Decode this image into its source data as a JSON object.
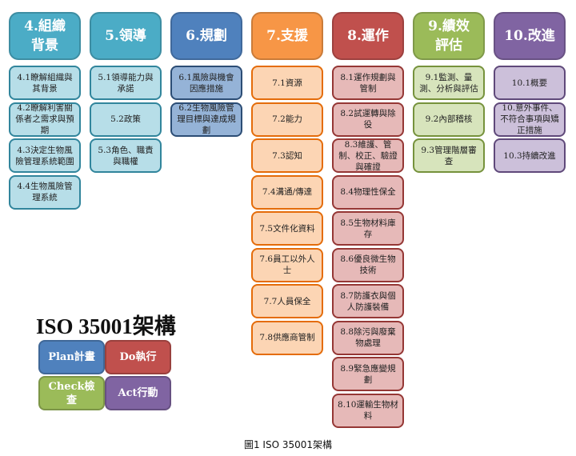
{
  "columns": [
    {
      "header": "4.組織背景",
      "color": "#4bacc6",
      "light": "#b7dee8",
      "border": "#31859c",
      "items": [
        "4.1瞭解組織與其背景",
        "4.2瞭解利害關係者之需求與預期",
        "4.3決定生物風險管理系統範圍",
        "4.4生物風險管理系統"
      ]
    },
    {
      "header": "5.領導",
      "color": "#4bacc6",
      "light": "#b7dee8",
      "border": "#31859c",
      "items": [
        "5.1領導能力與承諾",
        "5.2政策",
        "5.3角色、職責與職權"
      ]
    },
    {
      "header": "6.規劃",
      "color": "#4f81bd",
      "light": "#95b3d7",
      "border": "#2c4d75",
      "items": [
        "6.1風險與機會因應措施",
        "6.2生物風險管理目標與達成規劃"
      ]
    },
    {
      "header": "7.支援",
      "color": "#f79646",
      "light": "#fcd5b4",
      "border": "#e46c0a",
      "items": [
        "7.1資源",
        "7.2能力",
        "7.3認知",
        "7.4溝通/傳達",
        "7.5文件化資料",
        "7.6員工以外人士",
        "7.7人員保全",
        "7.8供應商管制"
      ]
    },
    {
      "header": "8.運作",
      "color": "#c0504d",
      "light": "#e6b9b8",
      "border": "#953735",
      "items": [
        "8.1運作規劃與管制",
        "8.2試運轉與除役",
        "8.3維護、管制、校正、驗證與確證",
        "8.4物理性保全",
        "8.5生物材料庫存",
        "8.6優良微生物技術",
        "8.7防護衣與個人防護裝備",
        "8.8除污與廢棄物處理",
        "8.9緊急應變規劃",
        "8.10運輸生物材料"
      ]
    },
    {
      "header": "9.績效評估",
      "color": "#9bbb59",
      "light": "#d7e4bc",
      "border": "#76923c",
      "items": [
        "9.1監測、量測、分析與評估",
        "9.2內部稽核",
        "9.3管理階層審查"
      ]
    },
    {
      "header": "10.改進",
      "color": "#8064a2",
      "light": "#ccc0da",
      "border": "#5f497a",
      "items": [
        "10.1概要",
        "10.意外事件、不符合事項與矯正措施",
        "10.3持續改進"
      ]
    }
  ],
  "framework_title": "ISO 35001架構",
  "pdca": [
    {
      "label": "Plan計畫",
      "color": "#4f81bd"
    },
    {
      "label": "Do執行",
      "color": "#c0504d"
    },
    {
      "label": "Check檢查",
      "color": "#9bbb59"
    },
    {
      "label": "Act行動",
      "color": "#8064a2"
    }
  ],
  "caption": "圖1 ISO 35001架構"
}
